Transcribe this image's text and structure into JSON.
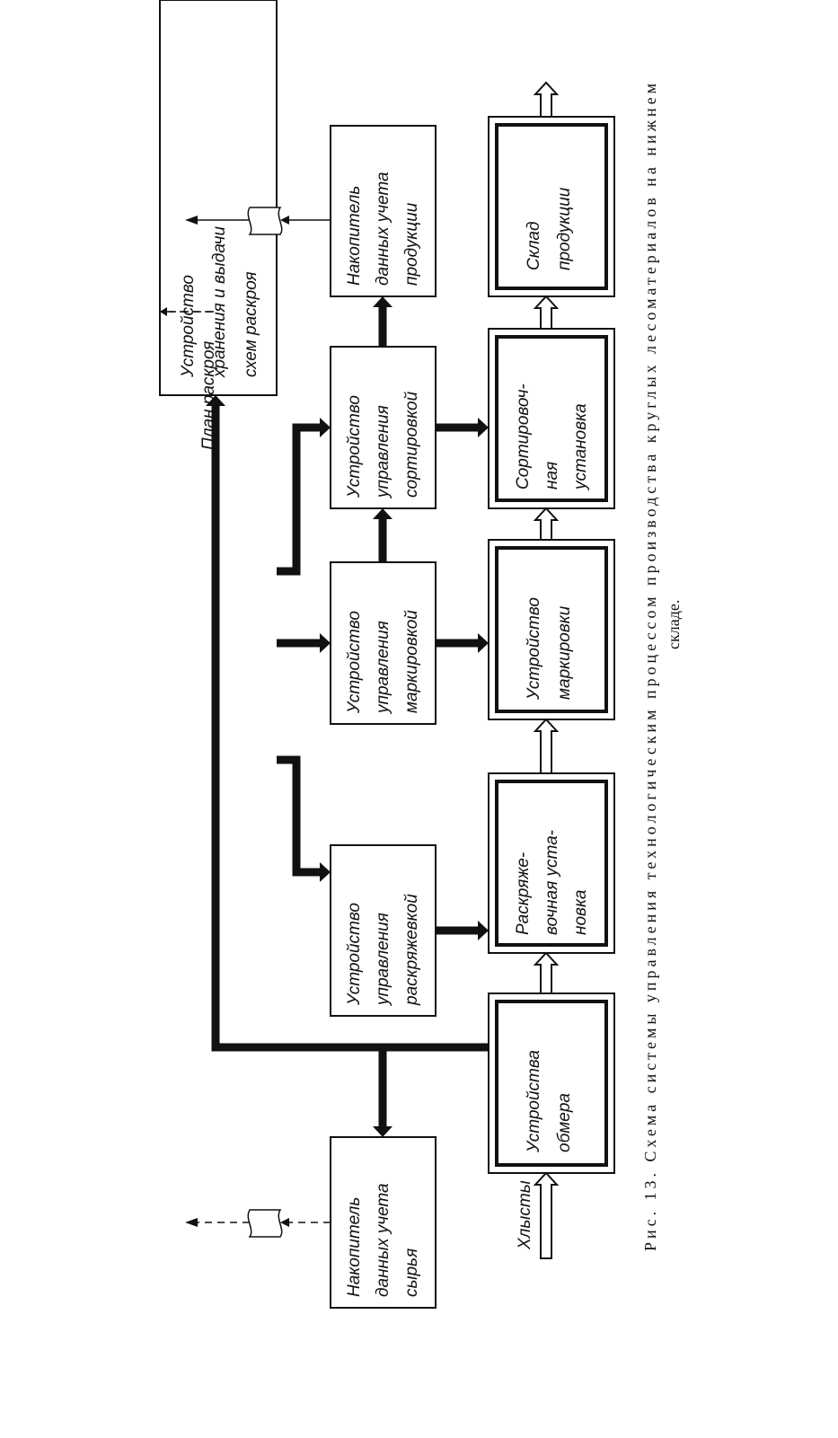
{
  "caption": {
    "line1": "Рис. 13. Схема системы управления технологическим процессом производства круглых лесоматериалов на нижнем",
    "line2": "складе."
  },
  "boxes": {
    "storage_device": [
      "Устройство",
      "хранения и выдачи",
      "схем раскроя"
    ],
    "sawing_control": [
      "Устройство",
      "управления",
      "раскряжевкой"
    ],
    "marking_control": [
      "Устройство",
      "управления",
      "маркировкой"
    ],
    "sorting_control": [
      "Устройство",
      "управления",
      "сортировкой"
    ],
    "product_accumulator": [
      "Накопитель",
      "данных учета",
      "продукции"
    ],
    "raw_accumulator": [
      "Накопитель",
      "данных учета",
      "сырья"
    ],
    "measuring_device": [
      "Устройства",
      "обмера"
    ],
    "sawing_unit": [
      "Раскряже-",
      "вочная уста-",
      "новка"
    ],
    "marking_device": [
      "Устройство",
      "маркировки"
    ],
    "sorting_unit": [
      "Сортировоч-",
      "ная",
      "установка"
    ],
    "product_warehouse": [
      "Склад",
      "продукции"
    ]
  },
  "labels": {
    "cutting_plan": "План раскроя",
    "logs": "Хлысты"
  }
}
